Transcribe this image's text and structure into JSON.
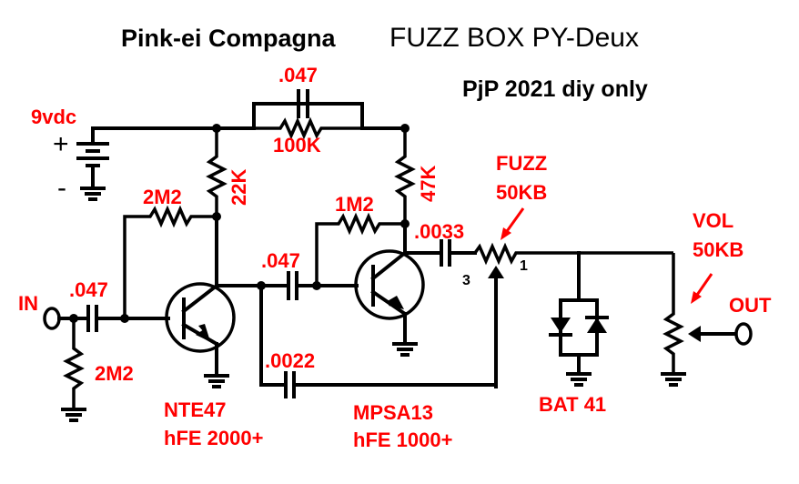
{
  "title": {
    "part1": "Pink-ei Compagna",
    "part2": "FUZZ BOX PY-Deux",
    "subtitle": "PjP 2021 diy only"
  },
  "colors": {
    "label": "#ff0000",
    "wire": "#000000",
    "background": "#ffffff"
  },
  "power": {
    "label": "9vdc",
    "plus": "+",
    "minus": "-"
  },
  "components": {
    "c_feedback": ".047",
    "r_feedback": "100K",
    "r_collector1": "22K",
    "r_collector2": "47K",
    "r_bias1": "2M2",
    "r_bias2": "1M2",
    "c_input": ".047",
    "c_interstage": ".047",
    "c_output": ".0033",
    "c_bypass": ".0022",
    "r_input": "2M2",
    "fuzz_pot_name": "FUZZ",
    "fuzz_pot_value": "50KB",
    "fuzz_pin3": "3",
    "fuzz_pin1": "1",
    "vol_pot_name": "VOL",
    "vol_pot_value": "50KB"
  },
  "io": {
    "input": "IN",
    "output": "OUT"
  },
  "semiconductors": {
    "q1_part": "NTE47",
    "q1_hfe": "hFE 2000+",
    "q2_part": "MPSA13",
    "q2_hfe": "hFE 1000+",
    "diodes": "BAT 41"
  }
}
